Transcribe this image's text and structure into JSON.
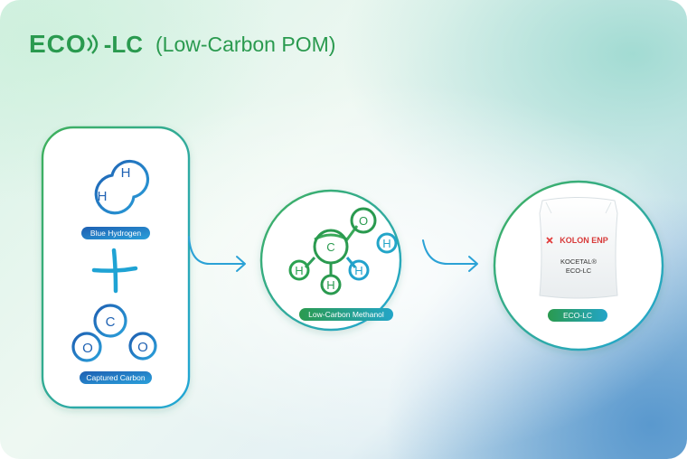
{
  "header": {
    "logo_eco": "ECO",
    "logo_dash": "-LC",
    "subtitle": "(Low-Carbon POM)"
  },
  "colors": {
    "green": "#2a9a4f",
    "blue": "#1f62b3",
    "cyan": "#21a3d6"
  },
  "panel_inputs": {
    "hydrogen_label": "Blue Hydrogen",
    "carbon_label": "Captured Carbon",
    "hydrogen_atoms": [
      "H",
      "H"
    ],
    "carbon_atoms": [
      "C",
      "O",
      "O"
    ]
  },
  "methanol": {
    "label": "Low-Carbon Methanol",
    "atoms": [
      "O",
      "H",
      "C",
      "H",
      "H",
      "H"
    ]
  },
  "product": {
    "label": "ECO-LC",
    "brand": "KOLON ENP",
    "product_name": "KOCETAL®",
    "product_grade": "ECO-LC"
  }
}
